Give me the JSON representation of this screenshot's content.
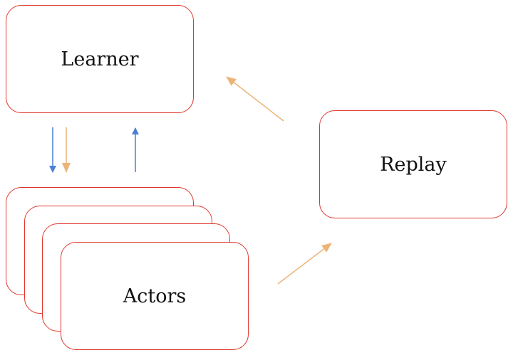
{
  "diagram": {
    "learner_label": "Learner",
    "replay_label": "Replay",
    "actors_label": "Actors"
  },
  "colors": {
    "box_border": "#e0362c",
    "arrow_blue": "#4a7fd6",
    "arrow_orange": "#ebb478",
    "text": "#111111"
  }
}
